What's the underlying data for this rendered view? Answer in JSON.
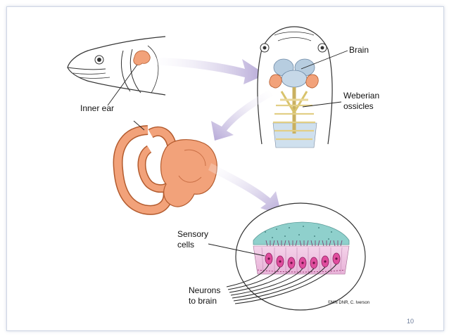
{
  "labels": {
    "inner_ear": "Inner ear",
    "brain": "Brain",
    "weberian_1": "Weberian",
    "weberian_2": "ossicles",
    "sensory_1": "Sensory",
    "sensory_2": "cells",
    "neurons_1": "Neurons",
    "neurons_2": "to brain"
  },
  "credit": "©MN DNR, C. Iverson",
  "page_number": "10",
  "colors": {
    "ear_orange": "#f2a27a",
    "ear_outline": "#b35b2e",
    "arrow": "#c3b6dc",
    "cell_pink": "#e04d9e",
    "membrane_teal": "#8fd0cc",
    "brain_blue": "#b7cde0",
    "ossicle_yellow": "#e9d79a"
  }
}
